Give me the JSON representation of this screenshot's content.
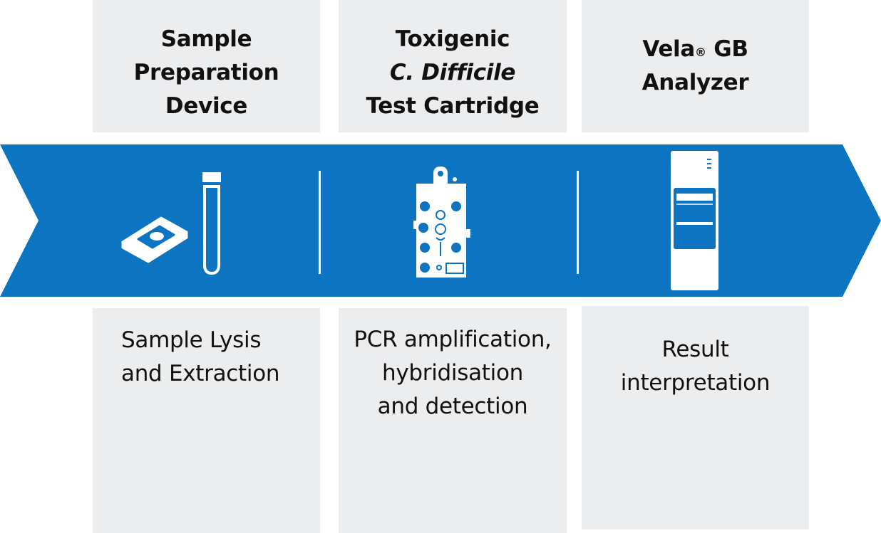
{
  "colors": {
    "band": "#0c74c0",
    "box": "#ecedef",
    "text": "#111111",
    "icon": "#ffffff"
  },
  "steps": [
    {
      "title_lines": [
        "Sample",
        "Preparation",
        "Device"
      ],
      "description_lines": [
        "Sample Lysis",
        "and Extraction"
      ],
      "icon": "sample-prep-icon"
    },
    {
      "title_lines": [
        "Toxigenic",
        "C. Difficile",
        "Test Cartridge"
      ],
      "description_lines": [
        "PCR amplification,",
        "hybridisation",
        "and detection"
      ],
      "icon": "test-cartridge-icon"
    },
    {
      "title_main": "Vela",
      "title_mark": "®",
      "title_rest": " GB",
      "title_line2": "Analyzer",
      "description_lines": [
        "Result",
        "interpretation"
      ],
      "icon": "analyzer-icon"
    }
  ]
}
